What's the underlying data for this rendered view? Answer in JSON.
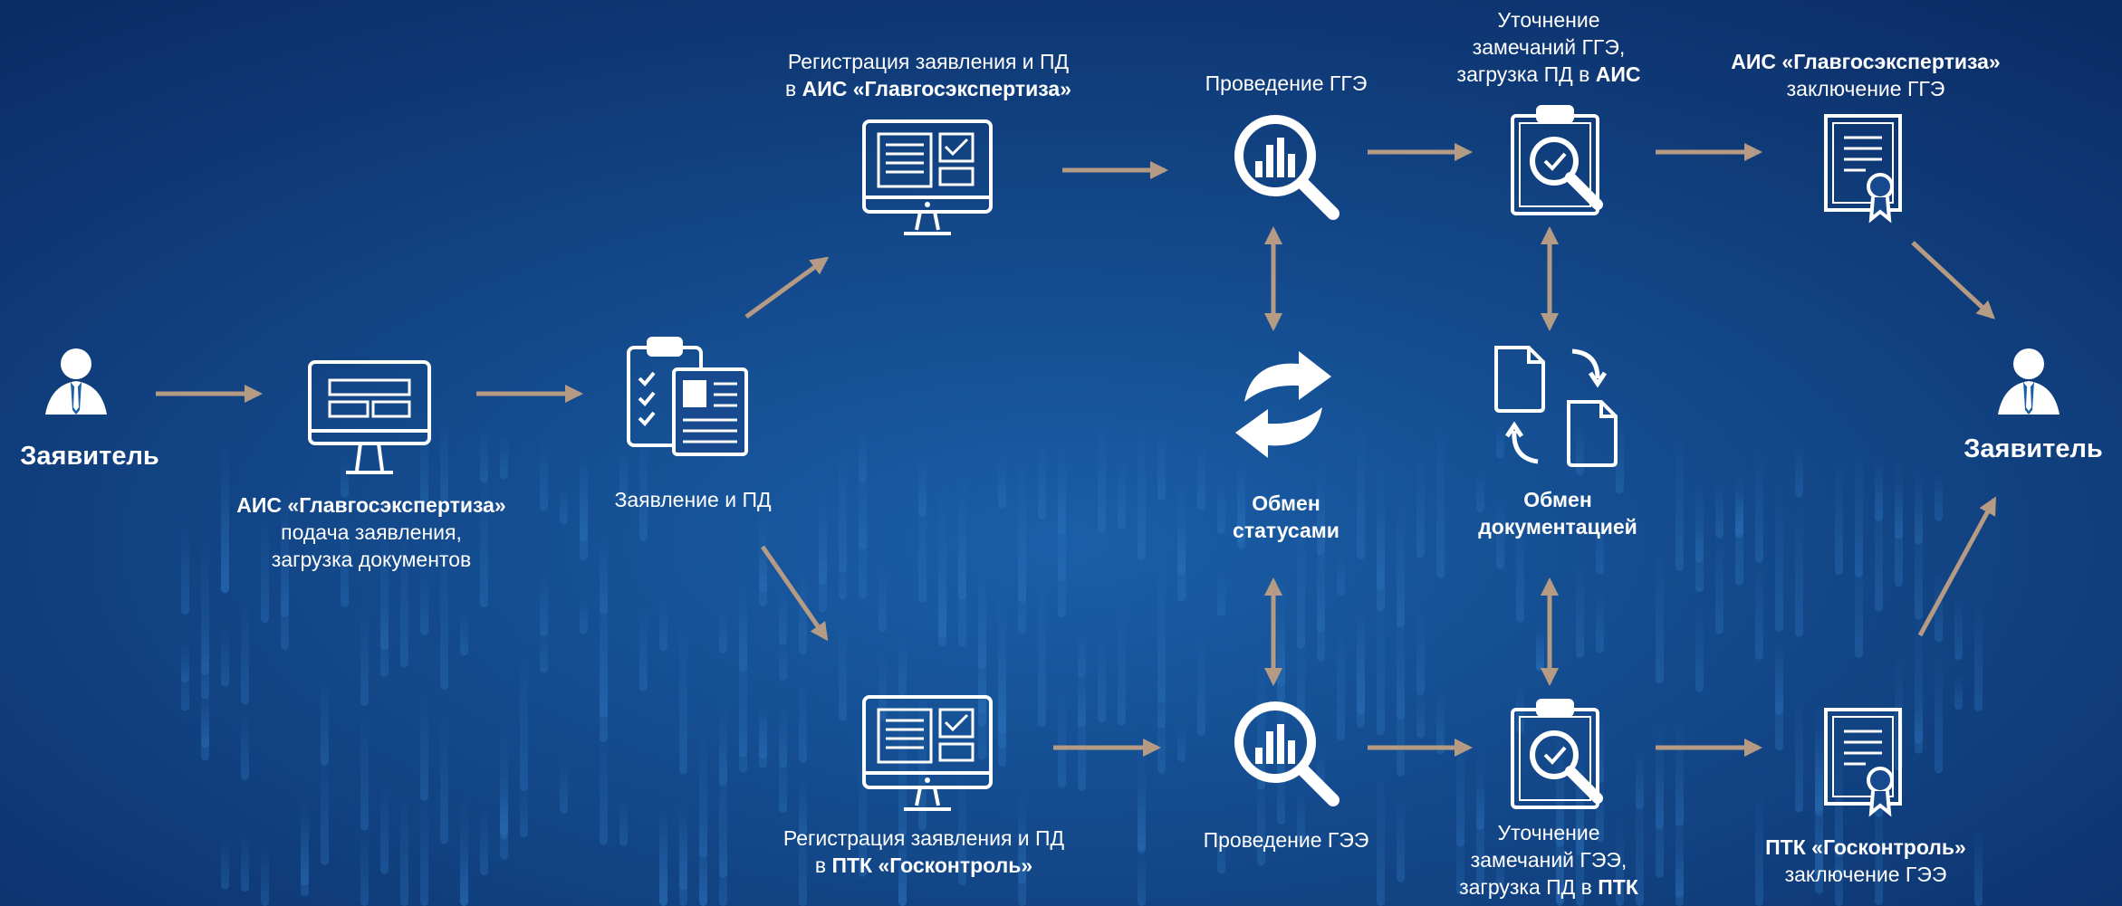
{
  "colors": {
    "background_dark": "#0b2d66",
    "background_light": "#1a5fa8",
    "arrow": "#b59a84",
    "icon": "#ffffff"
  },
  "nodes": {
    "applicant_left": {
      "icon": "user-icon",
      "label": "Заявитель"
    },
    "ais_submit": {
      "icon": "monitor-form-icon",
      "title": "АИС «Главгосэкспертиза»",
      "line1": "подача заявления,",
      "line2": "загрузка документов"
    },
    "application": {
      "icon": "clipboard-checklist-icon",
      "label": "Заявление и ПД"
    },
    "reg_ais": {
      "icon": "monitor-checklist-icon",
      "line1": "Регистрация заявления и ПД",
      "prefix": "в ",
      "bold": "АИС «Главгосэкспертиза»"
    },
    "gge": {
      "icon": "magnifier-chart-icon",
      "label": "Проведение ГГЭ"
    },
    "gge_remarks": {
      "icon": "clipboard-magnifier-icon",
      "line1": "Уточнение",
      "line2": "замечаний ГГЭ,",
      "prefix": "загрузка ПД в ",
      "bold": "АИС"
    },
    "gge_conclusion": {
      "icon": "certificate-icon",
      "title": "АИС «Главгосэкспертиза»",
      "line1": "заключение ГГЭ"
    },
    "status_exchange": {
      "icon": "sync-arrows-icon",
      "line1": "Обмен",
      "line2": "статусами"
    },
    "doc_exchange": {
      "icon": "document-exchange-icon",
      "line1": "Обмен",
      "line2": "документацией"
    },
    "applicant_right": {
      "icon": "user-icon",
      "label": "Заявитель"
    },
    "reg_ptk": {
      "icon": "monitor-checklist-icon",
      "line1": "Регистрация заявления и ПД",
      "prefix": "в ",
      "bold": "ПТК «Госконтроль»"
    },
    "gee": {
      "icon": "magnifier-chart-icon",
      "label": "Проведение ГЭЭ"
    },
    "gee_remarks": {
      "icon": "clipboard-magnifier-icon",
      "line1": "Уточнение",
      "line2": "замечаний ГЭЭ,",
      "prefix": "загрузка ПД в ",
      "bold": "ПТК"
    },
    "gee_conclusion": {
      "icon": "certificate-icon",
      "title": "ПТК «Госконтроль»",
      "line1": "заключение ГЭЭ"
    }
  }
}
